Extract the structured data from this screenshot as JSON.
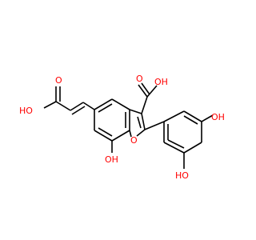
{
  "molecule": {
    "atom_labels": {
      "oh_acrylic": "HO",
      "o_acrylic": "O",
      "o_cooh": "O",
      "oh_cooh": "OH",
      "o_furan": "O",
      "oh_ring7": "OH",
      "oh_para": "OH",
      "oh_meta": "HO"
    },
    "colors": {
      "bond": "#000000",
      "heteroatom_oxygen": "#ff0000",
      "background": "#ffffff"
    }
  }
}
